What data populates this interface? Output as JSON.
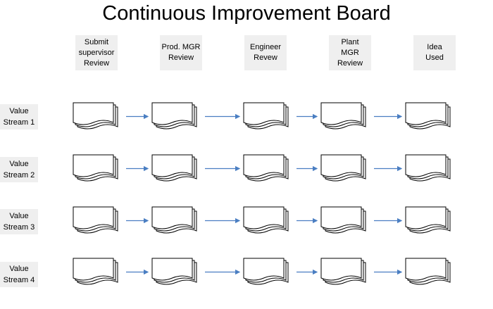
{
  "title": "Continuous Improvement Board",
  "stages": [
    {
      "label": "Submit\nsupervisor\nReview"
    },
    {
      "label": "Prod. MGR\nReview"
    },
    {
      "label": "Engineer\nRevew"
    },
    {
      "label": "Plant\nMGR\nReview"
    },
    {
      "label": "Idea\nUsed"
    }
  ],
  "value_streams": [
    {
      "label": "Value\nStream 1"
    },
    {
      "label": "Value\nStream 2"
    },
    {
      "label": "Value\nStream 3"
    },
    {
      "label": "Value\nStream 4"
    }
  ],
  "colors": {
    "arrow": "#4a7ec2",
    "label_background": "#efefef",
    "document_stroke": "#000000"
  }
}
